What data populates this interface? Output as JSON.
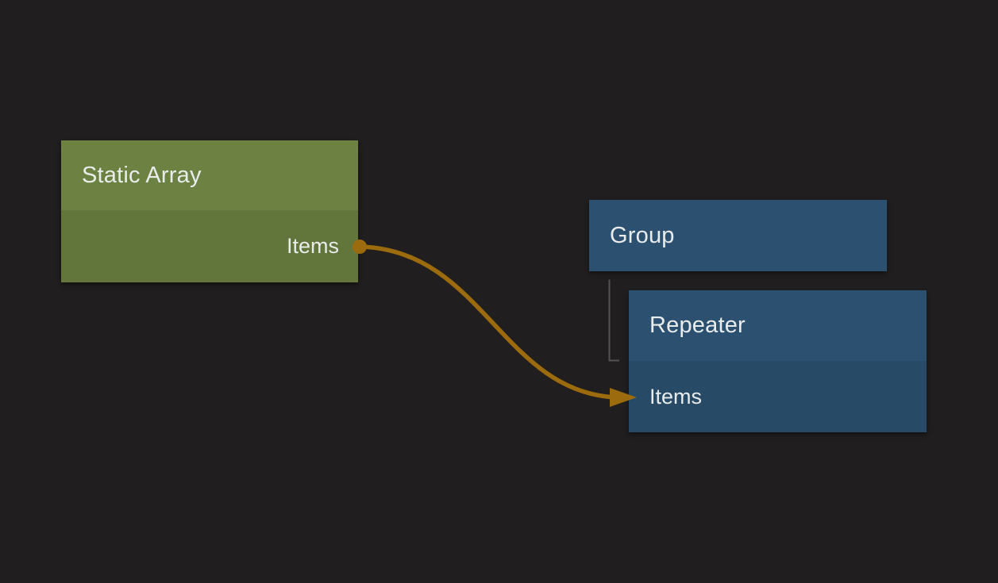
{
  "canvas": {
    "background": "#201e1e"
  },
  "text_color": "#e9eceb",
  "nodes": {
    "static_array": {
      "title": "Static Array",
      "output_port_label": "Items",
      "header_color": "#6c8142",
      "body_color": "#62753a"
    },
    "group": {
      "title": "Group",
      "header_color": "#2c5170"
    },
    "repeater": {
      "title": "Repeater",
      "input_port_label": "Items",
      "header_color": "#2c5170",
      "body_color": "#274a66"
    }
  },
  "connection": {
    "color": "#9c6b0e",
    "from_node": "Static Array",
    "from_port": "Items",
    "to_node": "Repeater",
    "to_port": "Items"
  },
  "hierarchy_link": {
    "color": "#545454",
    "parent": "Group",
    "child": "Repeater"
  }
}
